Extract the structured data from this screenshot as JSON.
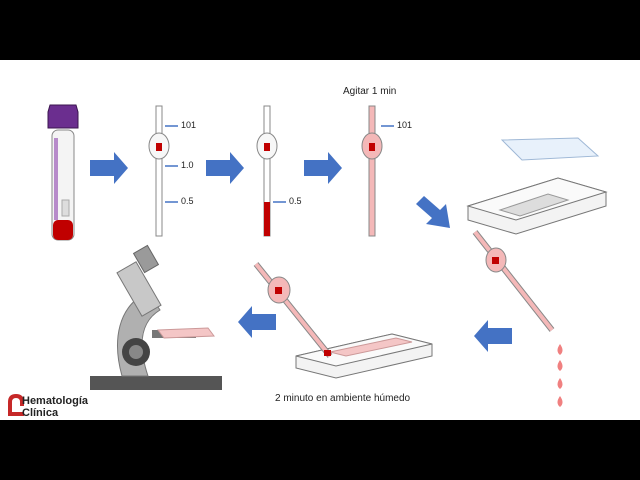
{
  "labels": {
    "agitar": "Agitar 1 min",
    "caption": "2 minuto en ambiente húmedo"
  },
  "pipette_marks": {
    "p1_top": "101",
    "p1_mid": "1.0",
    "p1_low": "0.5",
    "p2_low": "0.5",
    "p3_top": "101"
  },
  "logo": {
    "line1": "Hematología",
    "line2": "Clínica"
  },
  "colors": {
    "arrow": "#4472c4",
    "blood": "#c00000",
    "diluted": "#f4b8b8",
    "tube_cap": "#6b2e8f",
    "microscope": "#b0b0b0"
  }
}
